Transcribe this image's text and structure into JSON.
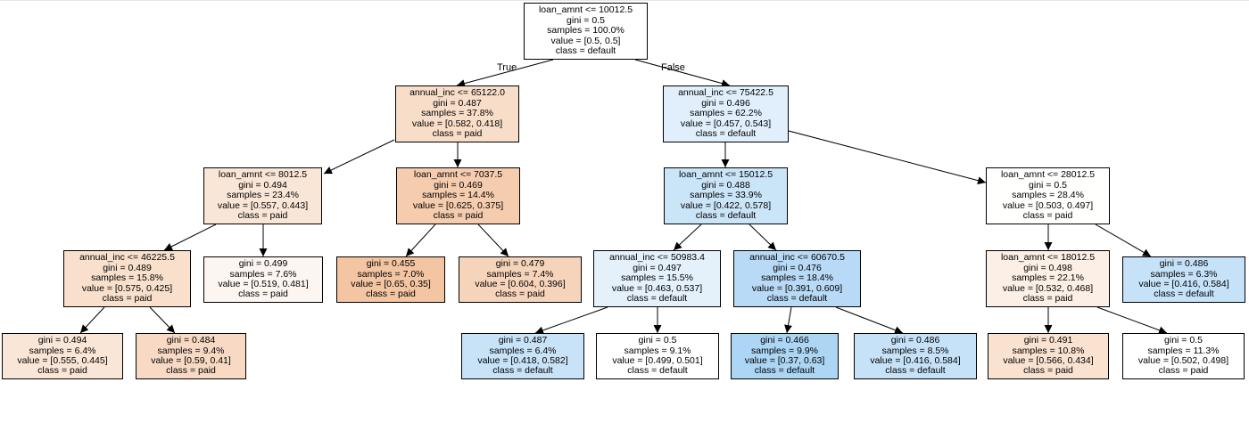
{
  "tree": {
    "nodes": [
      {
        "id": "n0",
        "lines": [
          "loan_amnt <= 10012.5",
          "gini = 0.5",
          "samples = 100.0%",
          "value = [0.5, 0.5]",
          "class = default"
        ],
        "fill": "#ffffff"
      },
      {
        "id": "n1",
        "lines": [
          "annual_inc <= 65122.0",
          "gini = 0.487",
          "samples = 37.8%",
          "value = [0.582, 0.418]",
          "class = paid"
        ],
        "fill": "#f8dec9"
      },
      {
        "id": "n2",
        "lines": [
          "annual_inc <= 75422.5",
          "gini = 0.496",
          "samples = 62.2%",
          "value = [0.457, 0.543]",
          "class = default"
        ],
        "fill": "#e0effb"
      },
      {
        "id": "n3",
        "lines": [
          "loan_amnt <= 8012.5",
          "gini = 0.494",
          "samples = 23.4%",
          "value = [0.557, 0.443]",
          "class = paid"
        ],
        "fill": "#fae6d6"
      },
      {
        "id": "n4",
        "lines": [
          "loan_amnt <= 7037.5",
          "gini = 0.469",
          "samples = 14.4%",
          "value = [0.625, 0.375]",
          "class = paid"
        ],
        "fill": "#f5ccae"
      },
      {
        "id": "n5",
        "lines": [
          "loan_amnt <= 15012.5",
          "gini = 0.488",
          "samples = 33.9%",
          "value = [0.422, 0.578]",
          "class = default"
        ],
        "fill": "#cae4f8"
      },
      {
        "id": "n6",
        "lines": [
          "loan_amnt <= 28012.5",
          "gini = 0.5",
          "samples = 28.4%",
          "value = [0.503, 0.497]",
          "class = paid"
        ],
        "fill": "#fffffe"
      },
      {
        "id": "n7",
        "lines": [
          "annual_inc <= 46225.5",
          "gini = 0.489",
          "samples = 15.8%",
          "value = [0.575, 0.425]",
          "class = paid"
        ],
        "fill": "#f8e0cc"
      },
      {
        "id": "n8",
        "lines": [
          "gini = 0.499",
          "samples = 7.6%",
          "value = [0.519, 0.481]",
          "class = paid"
        ],
        "fill": "#fdf6f0"
      },
      {
        "id": "n9",
        "lines": [
          "gini = 0.455",
          "samples = 7.0%",
          "value = [0.65, 0.35]",
          "class = paid"
        ],
        "fill": "#f3c5a3"
      },
      {
        "id": "n10",
        "lines": [
          "gini = 0.479",
          "samples = 7.4%",
          "value = [0.604, 0.396]",
          "class = paid"
        ],
        "fill": "#f6d4bb"
      },
      {
        "id": "n11",
        "lines": [
          "annual_inc <= 50983.4",
          "gini = 0.497",
          "samples = 15.5%",
          "value = [0.463, 0.537]",
          "class = default"
        ],
        "fill": "#e4f1fb"
      },
      {
        "id": "n12",
        "lines": [
          "annual_inc <= 60670.5",
          "gini = 0.476",
          "samples = 18.4%",
          "value = [0.391, 0.609]",
          "class = default"
        ],
        "fill": "#b8daf6"
      },
      {
        "id": "n13",
        "lines": [
          "loan_amnt <= 18012.5",
          "gini = 0.498",
          "samples = 22.1%",
          "value = [0.532, 0.468]",
          "class = paid"
        ],
        "fill": "#fcefe5"
      },
      {
        "id": "n14",
        "lines": [
          "gini = 0.486",
          "samples = 6.3%",
          "value = [0.416, 0.584]",
          "class = default"
        ],
        "fill": "#c6e2f8"
      },
      {
        "id": "n15",
        "lines": [
          "gini = 0.494",
          "samples = 6.4%",
          "value = [0.555, 0.445]",
          "class = paid"
        ],
        "fill": "#fae6d7"
      },
      {
        "id": "n16",
        "lines": [
          "gini = 0.484",
          "samples = 9.4%",
          "value = [0.59, 0.41]",
          "class = paid"
        ],
        "fill": "#f8dac4"
      },
      {
        "id": "n17",
        "lines": [
          "gini = 0.487",
          "samples = 6.4%",
          "value = [0.418, 0.582]",
          "class = default"
        ],
        "fill": "#c8e3f8"
      },
      {
        "id": "n18",
        "lines": [
          "gini = 0.5",
          "samples = 9.1%",
          "value = [0.499, 0.501]",
          "class = default"
        ],
        "fill": "#ffffff"
      },
      {
        "id": "n19",
        "lines": [
          "gini = 0.466",
          "samples = 9.9%",
          "value = [0.37, 0.63]",
          "class = default"
        ],
        "fill": "#acd6f4"
      },
      {
        "id": "n20",
        "lines": [
          "gini = 0.486",
          "samples = 8.5%",
          "value = [0.416, 0.584]",
          "class = default"
        ],
        "fill": "#c6e2f8"
      },
      {
        "id": "n21",
        "lines": [
          "gini = 0.491",
          "samples = 10.8%",
          "value = [0.566, 0.434]",
          "class = paid"
        ],
        "fill": "#f9e2d0"
      },
      {
        "id": "n22",
        "lines": [
          "gini = 0.5",
          "samples = 11.3%",
          "value = [0.502, 0.498]",
          "class = paid"
        ],
        "fill": "#ffffff"
      }
    ],
    "edges": [
      {
        "from": "n0",
        "to": "n1",
        "label": "True"
      },
      {
        "from": "n0",
        "to": "n2",
        "label": "False"
      },
      {
        "from": "n1",
        "to": "n3"
      },
      {
        "from": "n1",
        "to": "n4"
      },
      {
        "from": "n2",
        "to": "n5"
      },
      {
        "from": "n2",
        "to": "n6"
      },
      {
        "from": "n3",
        "to": "n7"
      },
      {
        "from": "n3",
        "to": "n8"
      },
      {
        "from": "n4",
        "to": "n9"
      },
      {
        "from": "n4",
        "to": "n10"
      },
      {
        "from": "n5",
        "to": "n11"
      },
      {
        "from": "n5",
        "to": "n12"
      },
      {
        "from": "n6",
        "to": "n13"
      },
      {
        "from": "n6",
        "to": "n14"
      },
      {
        "from": "n7",
        "to": "n15"
      },
      {
        "from": "n7",
        "to": "n16"
      },
      {
        "from": "n11",
        "to": "n17"
      },
      {
        "from": "n11",
        "to": "n18"
      },
      {
        "from": "n12",
        "to": "n19"
      },
      {
        "from": "n12",
        "to": "n20"
      },
      {
        "from": "n13",
        "to": "n21"
      },
      {
        "from": "n13",
        "to": "n22"
      }
    ]
  }
}
